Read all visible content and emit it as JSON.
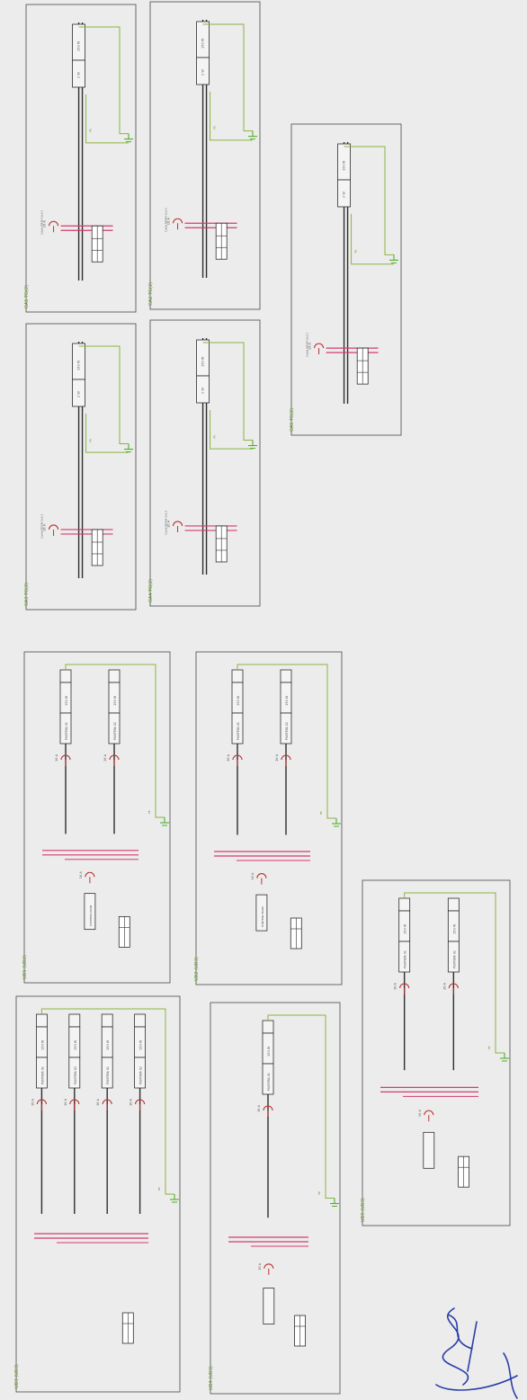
{
  "colors": {
    "paper": "#ececec",
    "frame": "#5a5a5a",
    "wire": "#2e2e2e",
    "bus": "#d33d6e",
    "ground": "#4fae2b",
    "earth": "#8cb43f",
    "annotation": "#2a3ea8",
    "text": "#555555"
  },
  "panels": [
    {
      "id": "tg1",
      "kind": "transformer",
      "label": "GA1 TG(2)",
      "meter": "150 W",
      "breaker": "2 W",
      "cable_note": "Cable N2XH 3x2,5",
      "sizes": "",
      "ground_label": "PE",
      "breaker_label": "16 A"
    },
    {
      "id": "tg2",
      "kind": "transformer",
      "label": "GA2 TG(2)",
      "meter": "150 W",
      "breaker": "2 W",
      "cable_note": "Cable N2XH 3x2,5",
      "sizes": "",
      "ground_label": "PE",
      "breaker_label": "16 A"
    },
    {
      "id": "tg3",
      "kind": "transformer",
      "label": "GA3 TG(2)",
      "meter": "150 W",
      "breaker": "2 W",
      "cable_note": "Cable N2XH 3x2,5",
      "sizes": "",
      "ground_label": "PE",
      "breaker_label": "16 A"
    },
    {
      "id": "tg4",
      "kind": "transformer",
      "label": "GA4 TG(2)",
      "meter": "150 W",
      "breaker": "2 W",
      "cable_note": "Cable N2XH 3x2,5",
      "sizes": "",
      "ground_label": "PE",
      "breaker_label": "16 A"
    },
    {
      "id": "tg5",
      "kind": "transformer",
      "label": "GA5 TG(2)",
      "meter": "150 W",
      "breaker": "2 W",
      "cable_note": "Cable N2XH 3x2,5",
      "sizes": "",
      "ground_label": "PE",
      "breaker_label": "16 A"
    },
    {
      "id": "ud1",
      "kind": "distribution",
      "label": "UD1 (UD2)",
      "main_label": "PUNTERA MAIN",
      "branches": [
        {
          "label": "PUNTERA 01",
          "meter": "150 W"
        },
        {
          "label": "PUNTERA 02",
          "meter": "150 W"
        }
      ],
      "ground_label": "PE",
      "breaker_label": "16 A"
    },
    {
      "id": "ud2",
      "kind": "distribution",
      "label": "UD2 (UD3)",
      "main_label": "PUNTERA MAIN",
      "branches": [
        {
          "label": "PUNTERA 01",
          "meter": "150 W"
        },
        {
          "label": "PUNTERA 02",
          "meter": "150 W"
        }
      ],
      "ground_label": "PE",
      "breaker_label": "16 A"
    },
    {
      "id": "ud3",
      "kind": "double",
      "label": "UD3 (UD3)",
      "ground_label": "PE",
      "breaker_label": "16 A",
      "left": [
        {
          "label": "PUNTERA 01",
          "meter": "150 W"
        },
        {
          "label": "PUNTERA 02",
          "meter": "150 W"
        }
      ],
      "right": [
        {
          "label": "PUNTERA 01",
          "meter": "150 W"
        },
        {
          "label": "PUNTERA 02",
          "meter": "150 W"
        }
      ]
    },
    {
      "id": "ud4",
      "kind": "single",
      "label": "UD4 (UD3)",
      "ground_label": "PE",
      "breaker_label": "16 A",
      "left": {
        "label": "PUNTERA 01",
        "meter": "150 W"
      },
      "right": {
        "label": "PUNTERA 01",
        "meter": "150 W"
      }
    },
    {
      "id": "ud5",
      "kind": "single",
      "label": "UD5 (UD3)",
      "ground_label": "PE",
      "breaker_label": "16 A",
      "left": {
        "label": "PUNTERA 01",
        "meter": "150 W"
      },
      "right": {
        "label": "PUNTERA 01",
        "meter": "150 W"
      }
    }
  ]
}
